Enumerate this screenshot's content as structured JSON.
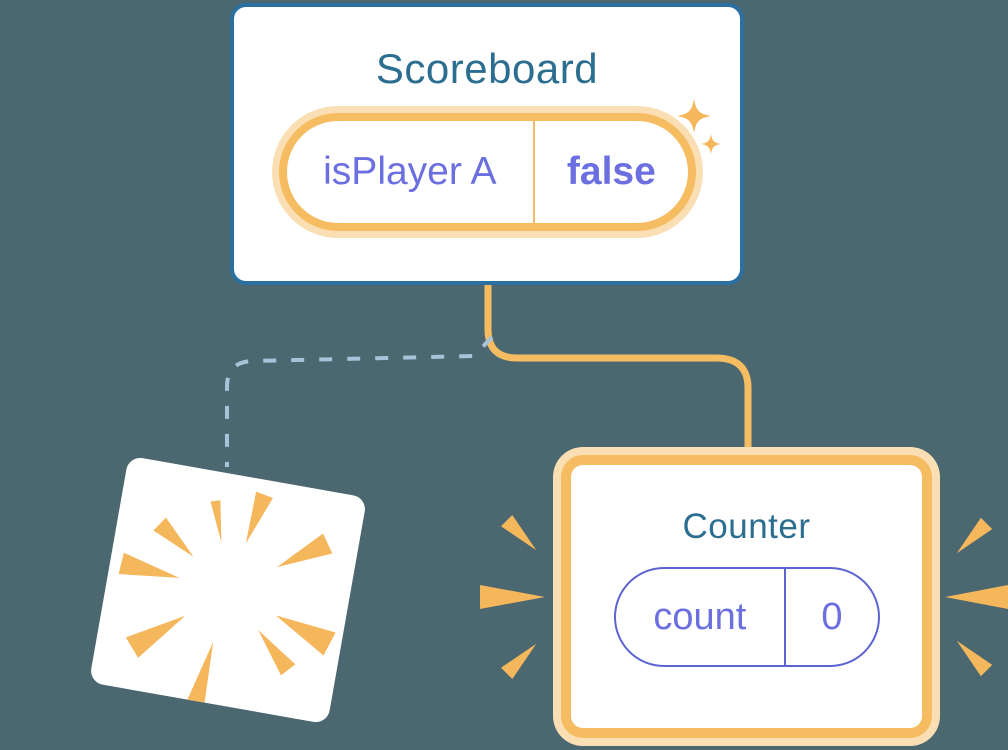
{
  "colors": {
    "background": "#4B6770",
    "card_white": "#FFFFFF",
    "card_border_blue": "#2B70A1",
    "title_teal": "#2B6E90",
    "state_purple": "#6C6FDF",
    "pill_border_purple": "#5C63D2",
    "orange": "#F6BC62",
    "orange_light": "#FBDFB4",
    "burst_orange": "#F5B75C",
    "dashed_blue": "#A6C3DA"
  },
  "scoreboard": {
    "title": "Scoreboard",
    "state": {
      "name": "isPlayer A",
      "value": "false"
    }
  },
  "counter": {
    "title": "Counter",
    "state": {
      "name": "count",
      "value": "0"
    }
  },
  "icons": {
    "sparkles": "sparkles-icon",
    "poof": "poof-burst-icon",
    "emphasis": "emphasis-burst-icon"
  }
}
